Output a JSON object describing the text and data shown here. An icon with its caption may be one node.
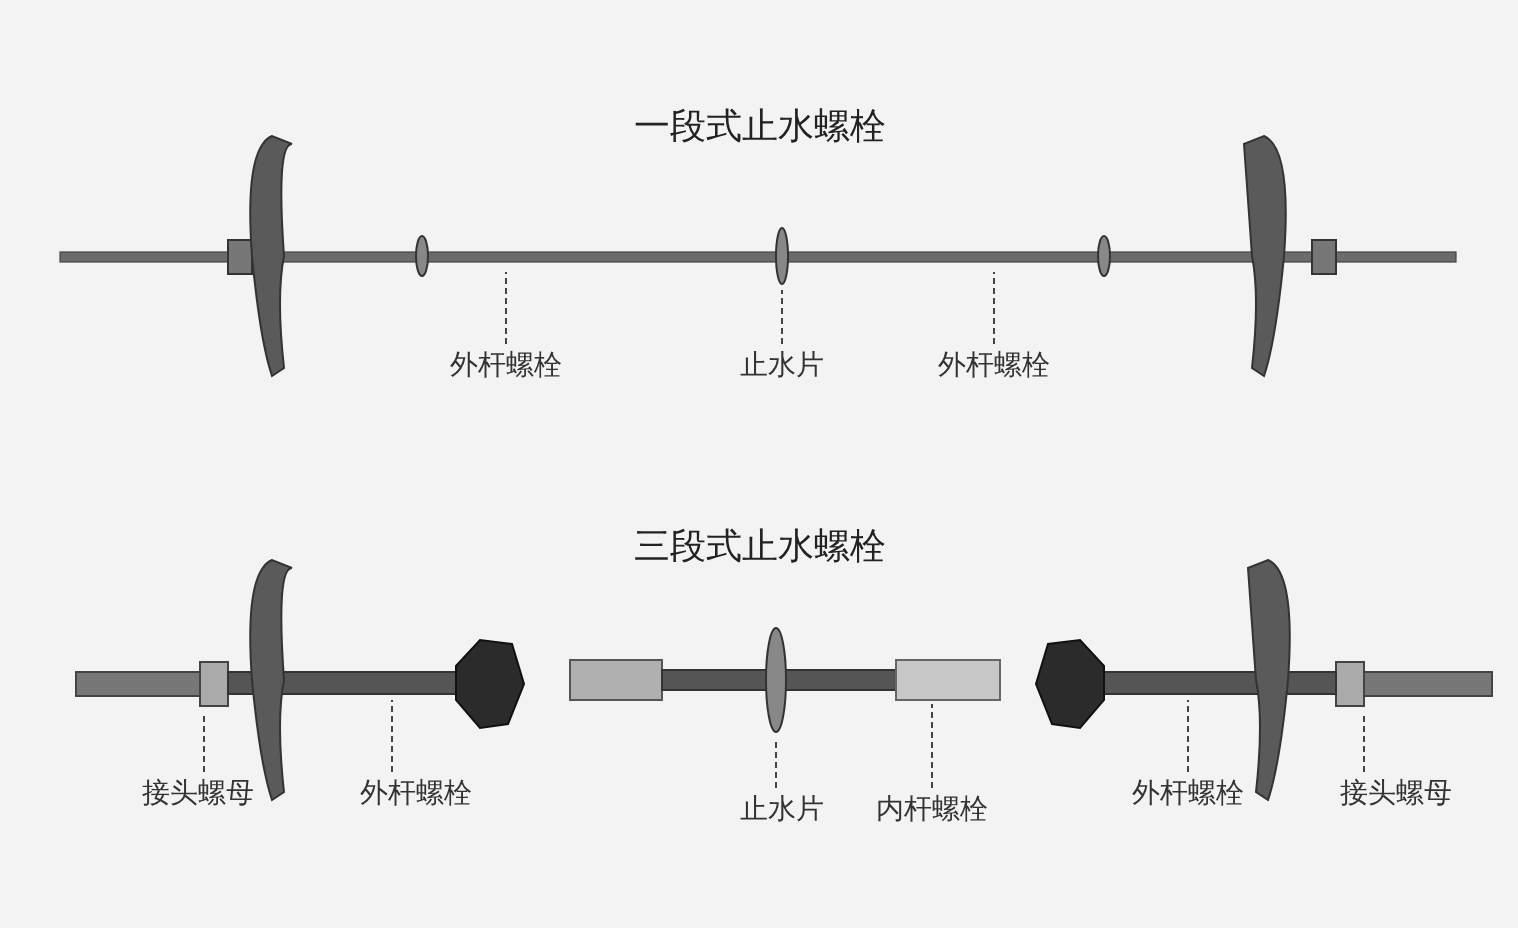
{
  "diagram": {
    "nodes": [
      {
        "text": [
          "外杆螺栓"
        ]
      },
      {
        "text": [
          "止水片"
        ]
      },
      {
        "text": [
          "外杆螺栓"
        ]
      },
      {
        "text": [
          "接头螺母"
        ]
      },
      {
        "text": [
          "外杆螺栓"
        ]
      },
      {
        "text": [
          "止水片"
        ]
      },
      {
        "text": [
          "内杆螺栓"
        ]
      },
      {
        "text": [
          "外杆螺栓"
        ]
      },
      {
        "text": [
          "接头螺母"
        ]
      }
    ],
    "edges": [
      {
        "from": 0,
        "to": null,
        "arrow": "none",
        "style": "dashed"
      },
      {
        "from": 1,
        "to": null,
        "arrow": "none",
        "style": "dashed"
      },
      {
        "from": 2,
        "to": null,
        "arrow": "none",
        "style": "dashed"
      },
      {
        "from": 3,
        "to": null,
        "arrow": "none",
        "style": "dashed"
      },
      {
        "from": 4,
        "to": null,
        "arrow": "none",
        "style": "dashed"
      },
      {
        "from": 5,
        "to": null,
        "arrow": "none",
        "style": "dashed"
      },
      {
        "from": 6,
        "to": null,
        "arrow": "none",
        "style": "dashed"
      },
      {
        "from": 7,
        "to": null,
        "arrow": "none",
        "style": "dashed"
      },
      {
        "from": 8,
        "to": null,
        "arrow": "none",
        "style": "dashed"
      }
    ],
    "labels": [
      "一段式止水螺栓",
      "三段式止水螺栓"
    ]
  }
}
